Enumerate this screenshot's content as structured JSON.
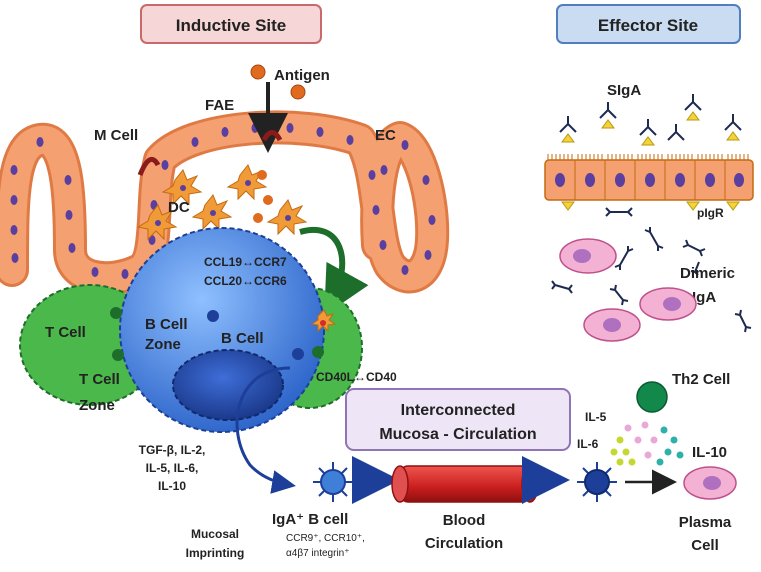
{
  "titles": {
    "inductive": "Inductive Site",
    "effector": "Effector Site",
    "interconnected_line1": "Interconnected",
    "interconnected_line2": "Mucosa - Circulation"
  },
  "labels": {
    "antigen": "Antigen",
    "fae": "FAE",
    "m_cell": "M Cell",
    "ec": "EC",
    "dc": "DC",
    "ccl19": "CCL19↔CCR7",
    "ccl20": "CCL20↔CCR6",
    "t_cell": "T Cell",
    "t_cell_zone_1": "T Cell",
    "t_cell_zone_2": "Zone",
    "b_cell_zone_1": "B Cell",
    "b_cell_zone_2": "Zone",
    "b_cell": "B Cell",
    "cd40": "CD40L↔CD40",
    "sIgA": "SIgA",
    "pIgR": "pIgR",
    "dimeric_1": "Dimeric",
    "dimeric_2": "IgA",
    "th2": "Th2 Cell",
    "il5": "IL-5",
    "il6": "IL-6",
    "il10": "IL-10",
    "cytokines_1": "TGF-β, IL-2,",
    "cytokines_2": "IL-5, IL-6,",
    "cytokines_3": "IL-10",
    "mucosal_1": "Mucosal",
    "mucosal_2": "Imprinting",
    "iga_b_cell": "IgA⁺ B cell",
    "receptors_1": "CCR9⁺, CCR10⁺,",
    "receptors_2": "α4β7 integrin⁺",
    "blood_1": "Blood",
    "blood_2": "Circulation",
    "plasma_1": "Plasma",
    "plasma_2": "Cell"
  },
  "colors": {
    "inductive_box": "#f6d6d6",
    "inductive_border": "#c96a6a",
    "effector_box": "#c9dcf2",
    "effector_border": "#4f7fbf",
    "inter_box": "#eee6f6",
    "inter_border": "#8f74b6",
    "epithelium": "#f4a070",
    "nucleus": "#5a3fa0",
    "b_zone": "#3f7fd8",
    "b_zone_dark": "#1d3f9a",
    "t_zone": "#4bb84b",
    "dc": "#f09a38",
    "antigen": "#e06a1e",
    "blood": "#d42a2a",
    "plasma": "#f3b2d4",
    "th2": "#12884a"
  }
}
